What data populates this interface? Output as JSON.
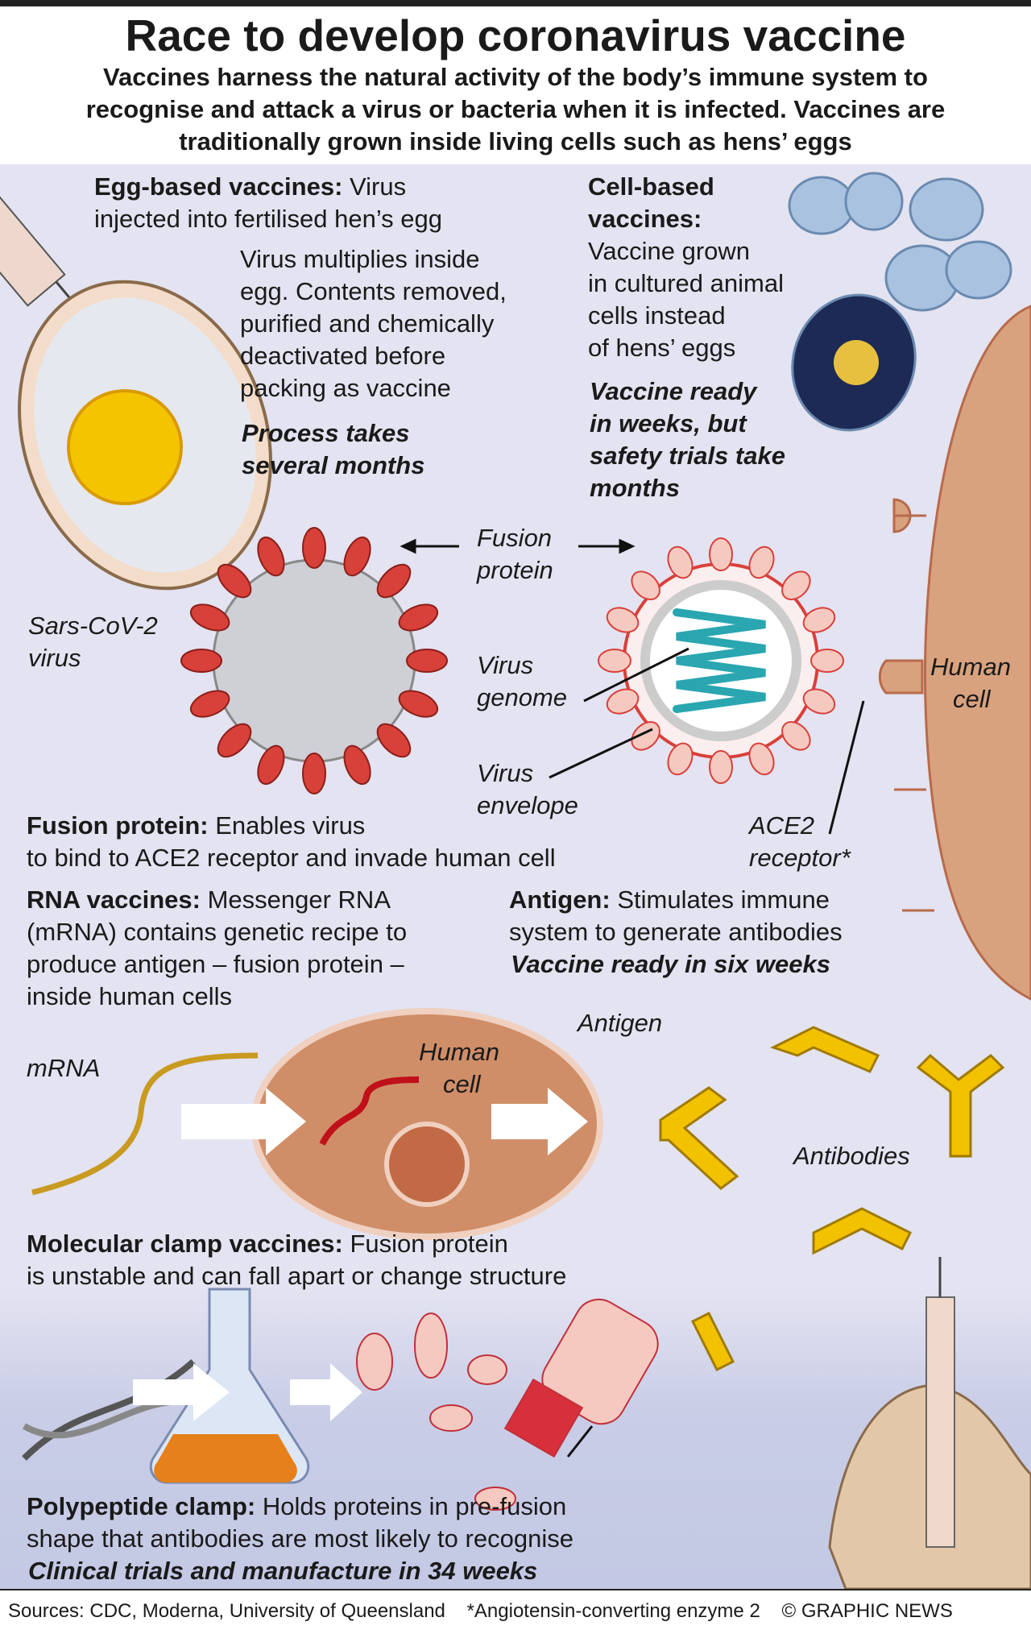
{
  "header": {
    "title": "Race to develop coronavirus vaccine",
    "subtitle": [
      "Vaccines harness the natural activity of the body’s immune system to",
      "recognise and attack a virus or bacteria when it is infected. Vaccines are",
      "traditionally grown inside living cells such as hens’ eggs"
    ]
  },
  "egg": {
    "heading": "Egg-based vaccines:",
    "line1": "Virus",
    "line2": "injected into fertilised hen’s egg",
    "detail": [
      "Virus multiplies inside",
      "egg. Contents removed,",
      "purified and chemically",
      "deactivated before",
      "packing as vaccine"
    ],
    "time": [
      "Process takes",
      "several months"
    ]
  },
  "cell": {
    "heading": [
      "Cell-based",
      "vaccines:"
    ],
    "detail": [
      "Vaccine grown",
      "in cultured animal",
      "cells instead",
      "of hens’ eggs"
    ],
    "time": [
      "Vaccine ready",
      "in weeks, but",
      "safety trials take",
      "months"
    ]
  },
  "labels": {
    "fusion": [
      "Fusion",
      "protein"
    ],
    "sars": [
      "Sars-CoV-2",
      "virus"
    ],
    "genome": [
      "Virus",
      "genome"
    ],
    "envelope": [
      "Virus",
      "envelope"
    ],
    "human_cell": [
      "Human",
      "cell"
    ],
    "ace2": [
      "ACE2",
      "receptor*"
    ],
    "antigen": "Antigen",
    "human_cell2": [
      "Human",
      "cell"
    ],
    "mrna": "mRNA",
    "antibodies": "Antibodies"
  },
  "fusion_note": {
    "heading": "Fusion protein:",
    "line1": "Enables virus",
    "line2": "to bind to ACE2 receptor and invade human cell"
  },
  "rna": {
    "heading": "RNA vaccines:",
    "line1": "Messenger RNA",
    "lines": [
      "(mRNA) contains genetic recipe to",
      "produce antigen – fusion protein –",
      "inside human cells"
    ]
  },
  "antigen_note": {
    "heading": "Antigen:",
    "line1": "Stimulates immune",
    "line2": "system to generate antibodies",
    "time": "Vaccine ready in six weeks"
  },
  "clamp": {
    "heading": "Molecular clamp vaccines:",
    "line1": "Fusion protein",
    "line2": "is unstable and can fall apart or change structure"
  },
  "polypeptide": {
    "heading": "Polypeptide clamp:",
    "line1": "Holds proteins in pre-fusion",
    "line2": "shape that antibodies are most likely to recognise",
    "time": "Clinical trials and manufacture in 34 weeks"
  },
  "footer": {
    "sources": "Sources: CDC, Moderna, University of Queensland",
    "note": "*Angiotensin-converting enzyme 2",
    "credit": "© GRAPHIC NEWS"
  },
  "colors": {
    "panel": "#e3e3f1",
    "spike": "#d8403a",
    "cell": "#c98a6a",
    "antibody": "#f2c200",
    "genome": "#2aa6b0"
  }
}
